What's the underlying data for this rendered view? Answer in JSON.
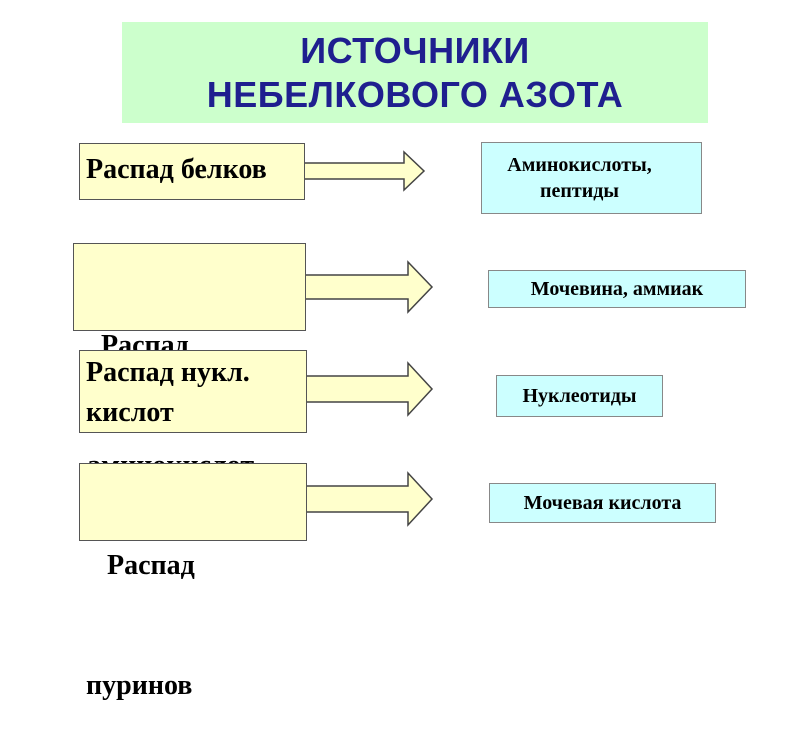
{
  "title": {
    "line1": "ИСТОЧНИКИ",
    "line2": "НЕБЕЛКОВОГО АЗОТА"
  },
  "rows": [
    {
      "source": [
        "Распад белков"
      ],
      "product": [
        "Аминокислоты,",
        "пептиды"
      ]
    },
    {
      "source": [
        "   Распад",
        " аминокислот"
      ],
      "product": [
        "Мочевина, аммиак"
      ]
    },
    {
      "source": [
        "Распад нукл.",
        "кислот"
      ],
      "product": [
        "Нуклеотиды"
      ]
    },
    {
      "source": [
        "   Распад",
        "пуринов"
      ],
      "product": [
        "Мочевая кислота"
      ]
    }
  ],
  "colors": {
    "title_bg": "#ccffcc",
    "title_text": "#1f1f8f",
    "source_bg": "#ffffcc",
    "product_bg": "#ccffff",
    "arrow_fill": "#ffffcc"
  }
}
